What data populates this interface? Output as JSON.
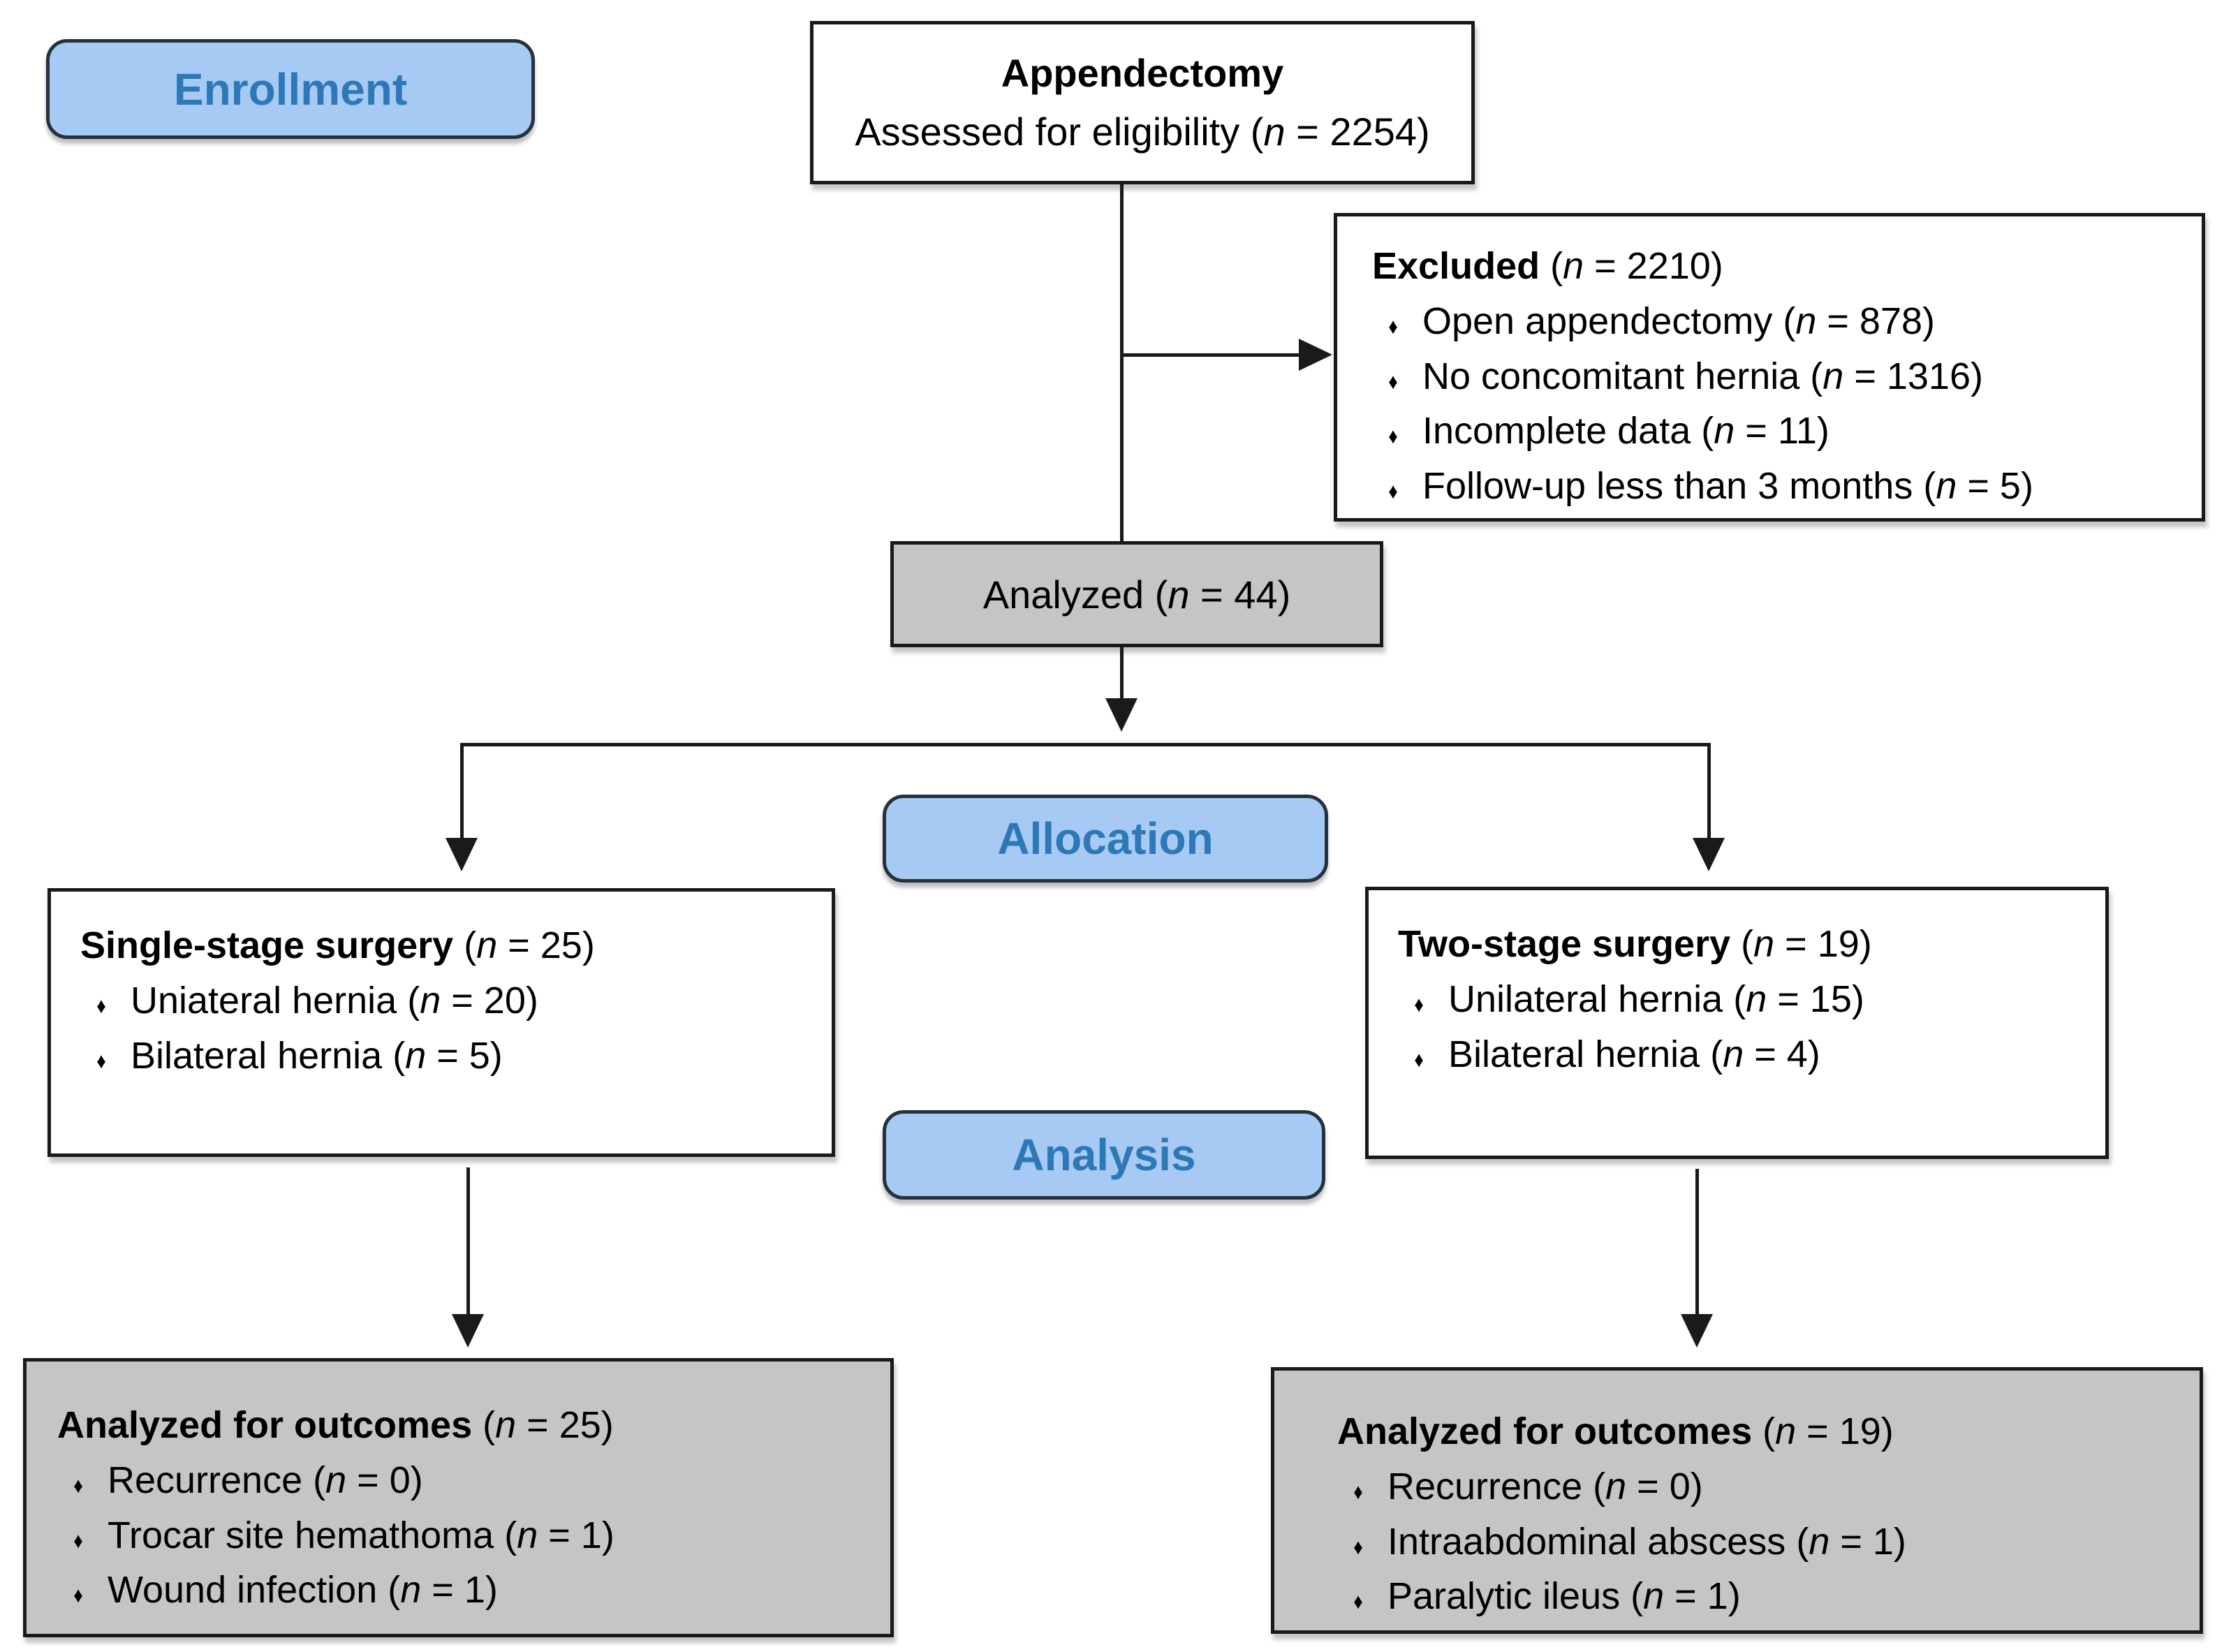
{
  "figure": {
    "stages": {
      "enrollment": "Enrollment",
      "allocation": "Allocation",
      "analysis": "Analysis"
    },
    "n_label": "n",
    "bullet": "♦",
    "boxes": {
      "eligibility": {
        "title": "Appendectomy",
        "subtitle": "Assessed for eligibility",
        "n": "2254"
      },
      "excluded": {
        "title": "Excluded",
        "n": "2210",
        "items": [
          {
            "label": "Open appendectomy",
            "n": "878"
          },
          {
            "label": "No concomitant hernia",
            "n": "1316"
          },
          {
            "label": "Incomplete data",
            "n": "11"
          },
          {
            "label": "Follow-up less than 3 months",
            "n": "5"
          }
        ]
      },
      "analyzed": {
        "label": "Analyzed",
        "n": "44"
      },
      "single_stage": {
        "title": "Single-stage surgery",
        "n": "25",
        "items": [
          {
            "label": "Uniateral hernia",
            "n": "20"
          },
          {
            "label": "Bilateral hernia",
            "n": "5"
          }
        ]
      },
      "two_stage": {
        "title": "Two-stage surgery",
        "n": "19",
        "items": [
          {
            "label": "Unilateral hernia",
            "n": "15"
          },
          {
            "label": "Bilateral hernia",
            "n": "4"
          }
        ]
      },
      "outcomes_single": {
        "title": "Analyzed for outcomes",
        "n": "25",
        "items": [
          {
            "label": "Recurrence",
            "n": "0"
          },
          {
            "label": "Trocar site hemathoma",
            "n": "1"
          },
          {
            "label": "Wound infection",
            "n": "1"
          }
        ]
      },
      "outcomes_two": {
        "title": "Analyzed for outcomes",
        "n": "19",
        "items": [
          {
            "label": "Recurrence",
            "n": "0"
          },
          {
            "label": "Intraabdominal abscess",
            "n": "1"
          },
          {
            "label": "Paralytic ileus",
            "n": "1"
          }
        ]
      }
    },
    "colors": {
      "stage_fill": "#A6CAF4",
      "stage_text": "#2E78B8",
      "box_border": "#1a1a1a",
      "gray_fill": "#C5C5C5",
      "white_fill": "#FFFFFF",
      "line": "#1a1a1a"
    }
  }
}
